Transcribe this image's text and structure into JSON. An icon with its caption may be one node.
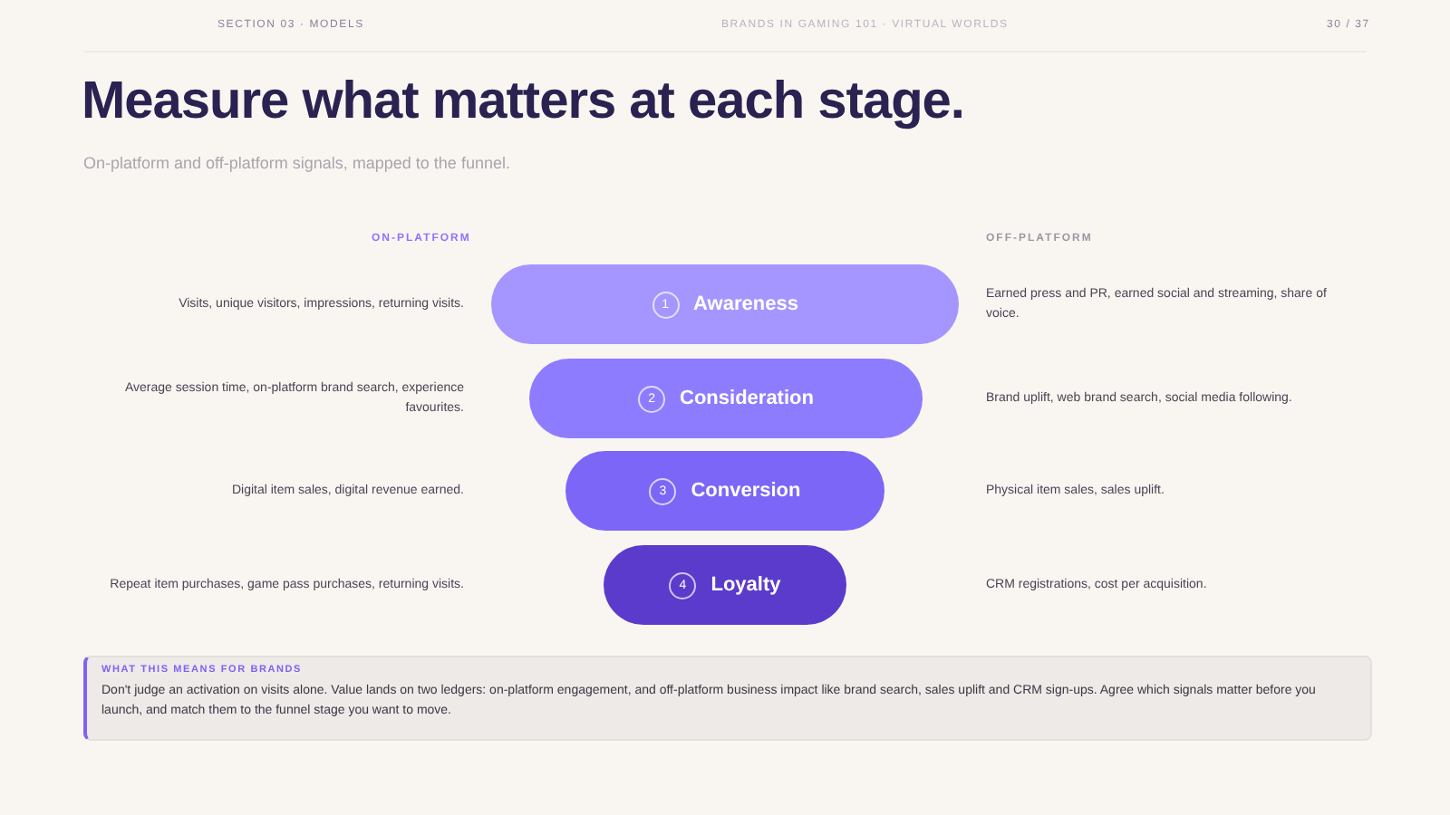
{
  "diagram": {
    "title": "Measure what matters at each stage.",
    "nodes": [
      {
        "text": [
          "1",
          "Awareness"
        ]
      },
      {
        "text": [
          "2",
          "Consideration"
        ]
      },
      {
        "text": [
          "3",
          "Conversion"
        ]
      },
      {
        "text": [
          "4",
          "Loyalty"
        ]
      },
      {
        "text": [
          "WHAT THIS MEANS FOR BRANDS",
          "Don't judge an activation on visits alone. Value lands on two ledgers: on-platform engagement, and off-platform business impact like brand search, sales uplift and CRM sign-ups. Agree which signals matter before you launch, and match them to the funnel stage you want to move."
        ]
      }
    ],
    "labels": [
      "SECTION 03 · MODELS",
      "BRANDS IN GAMING 101 · VIRTUAL WORLDS",
      "30 / 37",
      "On-platform and off-platform signals, mapped to the funnel.",
      "ON-PLATFORM",
      "OFF-PLATFORM",
      "Visits, unique visitors, impressions, returning visits.",
      "Earned press and PR, earned social and streaming, share of voice.",
      "Average session time, on-platform brand search, experience favourites.",
      "Brand uplift, web brand search, social media following.",
      "Digital item sales, digital revenue earned.",
      "Physical item sales, sales uplift.",
      "Repeat item purchases, game pass purchases, returning visits.",
      "CRM registrations, cost per acquisition."
    ]
  }
}
